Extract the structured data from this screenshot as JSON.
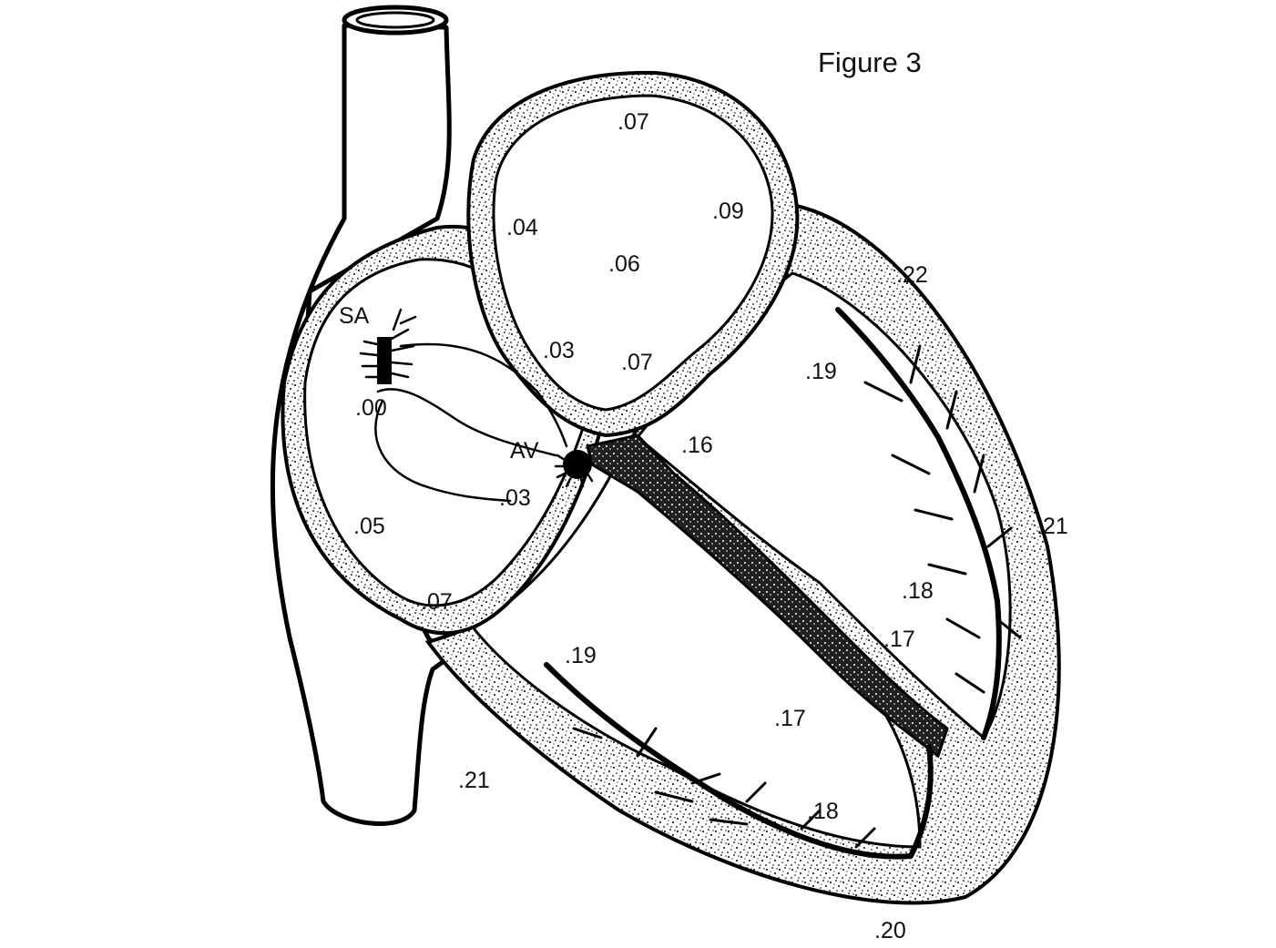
{
  "figure": {
    "title": "Figure 3"
  },
  "nodes": {
    "sa_label": "SA",
    "av_label": "AV"
  },
  "timings": [
    {
      "key": "t_aorta_top",
      "text": ".07"
    },
    {
      "key": "t_aorta_left",
      "text": ".04"
    },
    {
      "key": "t_aorta_right",
      "text": ".09"
    },
    {
      "key": "t_aorta_center",
      "text": ".06"
    },
    {
      "key": "t_aorta_low_left",
      "text": ".03"
    },
    {
      "key": "t_aorta_low_right",
      "text": ".07"
    },
    {
      "key": "t_sa",
      "text": ".00"
    },
    {
      "key": "t_av_path",
      "text": ".03"
    },
    {
      "key": "t_ra_mid",
      "text": ".05"
    },
    {
      "key": "t_ra_low",
      "text": ".07"
    },
    {
      "key": "t_bundle",
      "text": ".16"
    },
    {
      "key": "t_lv_upper",
      "text": ".19"
    },
    {
      "key": "t_lv_outer_top",
      "text": ".22"
    },
    {
      "key": "t_lv_outer_right",
      "text": ".21"
    },
    {
      "key": "t_lv_mid",
      "text": ".18"
    },
    {
      "key": "t_lv_low",
      "text": ".17"
    },
    {
      "key": "t_rv_upper",
      "text": ".19"
    },
    {
      "key": "t_rv_mid",
      "text": ".17"
    },
    {
      "key": "t_rv_low",
      "text": ".18"
    },
    {
      "key": "t_outside_left",
      "text": ".21"
    },
    {
      "key": "t_apex",
      "text": ".20"
    }
  ],
  "colors": {
    "ink": "#000000",
    "paper": "#ffffff"
  }
}
